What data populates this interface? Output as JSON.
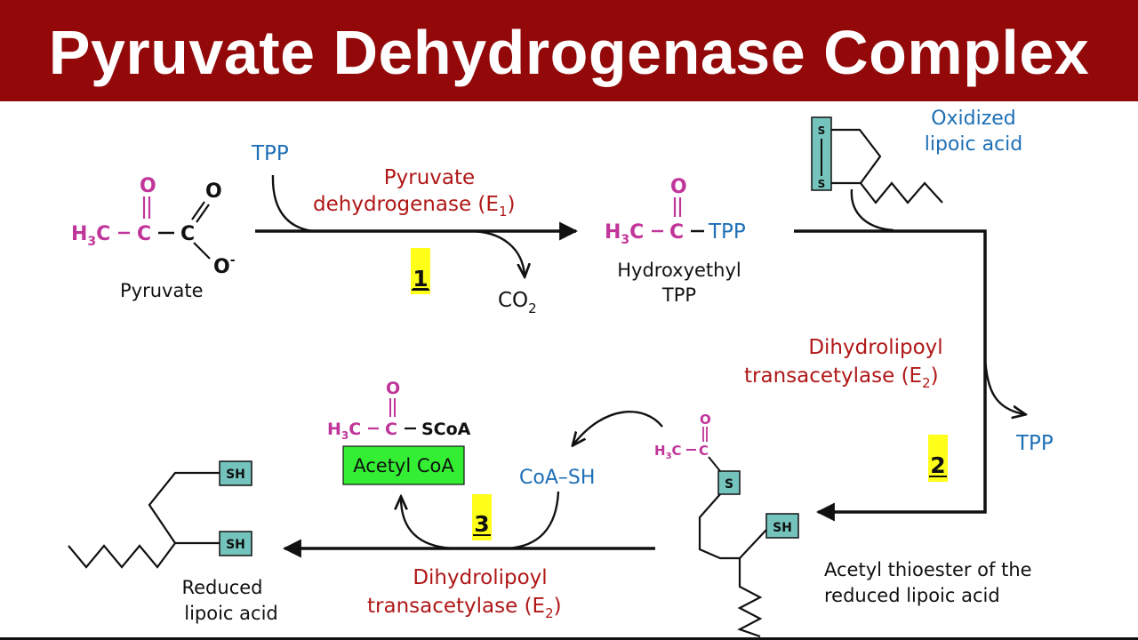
{
  "title": "Pyruvate Dehydrogenase Complex",
  "colors": {
    "banner": "#930909",
    "molecule": "#c0359a",
    "enzyme": "#b01717",
    "cofactor": "#1e6fb5",
    "step_highlight": "#ffff1a",
    "acetyl_coa_box": "#33ee33",
    "sulfur_box": "#74c4bd"
  },
  "pyruvate": {
    "h3c": "H",
    "h3c_sub": "3",
    "h3c_c": "C",
    "dash": "–",
    "c_center": "C",
    "o_top": "O",
    "c_acid": "C",
    "o_right": "O",
    "o_minus": "O",
    "charge": "-",
    "label": "Pyruvate"
  },
  "step1": {
    "cofactor_in": "TPP",
    "enzyme_line1": "Pyruvate",
    "enzyme_line2": "dehydrogenase (E",
    "enzyme_sub": "1",
    "enzyme_close": ")",
    "number": "1",
    "product_gas": "CO",
    "product_gas_sub": "2"
  },
  "hydroxyethyl": {
    "h3c": "H",
    "h3c_sub": "3",
    "h3c_c": "C",
    "c_center": "C",
    "o_top": "O",
    "tpp": "TPP",
    "label_line1": "Hydroxyethyl",
    "label_line2": "TPP"
  },
  "oxidized_lipoic": {
    "s_top": "S",
    "s_bottom": "S",
    "label_line1": "Oxidized",
    "label_line2": "lipoic acid"
  },
  "step2": {
    "enzyme_line1": "Dihydrolipoyl",
    "enzyme_line2": "transacetylase (E",
    "enzyme_sub": "2",
    "enzyme_close": ")",
    "number": "2",
    "cofactor_out": "TPP"
  },
  "acetyl_thioester": {
    "h3c": "H",
    "h3c_sub": "3",
    "h3c_c": "C",
    "o_top": "O",
    "c_center": "C",
    "s_label": "S",
    "sh_label": "SH",
    "label_line1": "Acetyl thioester of the",
    "label_line2": "reduced lipoic acid"
  },
  "acetyl_coa": {
    "h3c": "H",
    "h3c_sub": "3",
    "h3c_c": "C",
    "c_center": "C",
    "o_top": "O",
    "scoa": "SCoA",
    "label": "Acetyl CoA"
  },
  "step3": {
    "cofactor_in": "CoA–SH",
    "number": "3",
    "enzyme_line1": "Dihydrolipoyl",
    "enzyme_line2": "transacetylase (E",
    "enzyme_sub": "2",
    "enzyme_close": ")"
  },
  "reduced_lipoic": {
    "sh_top": "SH",
    "sh_bottom": "SH",
    "label_line1": "Reduced",
    "label_line2": "lipoic acid"
  }
}
